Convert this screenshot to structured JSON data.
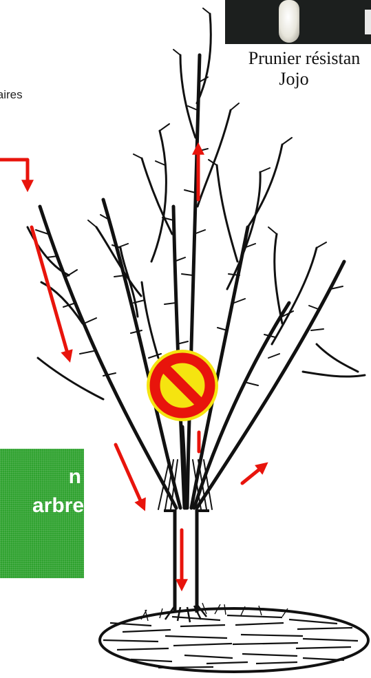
{
  "caption": {
    "line1": "Prunier résistan",
    "line2": "Jojo"
  },
  "side_label": "laires",
  "green_box": {
    "line1": "n",
    "line2": "arbre"
  },
  "colors": {
    "arrow": "#e8140c",
    "prohibition_ring": "#e8140c",
    "prohibition_bg": "#f5e410",
    "green_box": "#2ea22e",
    "branch": "#111111"
  },
  "icons": {
    "prohibition": "no-entry-icon",
    "arrow": "arrow-icon"
  }
}
